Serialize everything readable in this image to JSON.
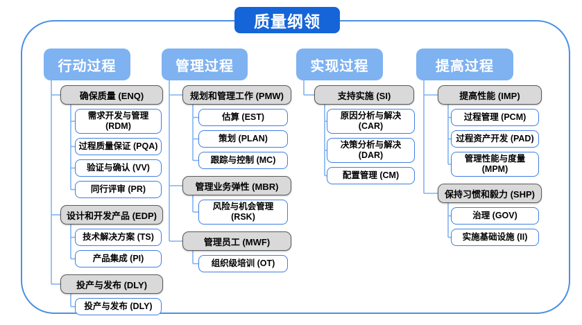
{
  "title": "质量纲领",
  "colors": {
    "title_bg": "#1565d8",
    "header_bg": "#7eb2f1",
    "gray_bg": "#d9d9d9",
    "gray_border": "#595959",
    "white_border": "#3d7de0",
    "connector": "#7eb2f1",
    "frame_border": "#4a90e2"
  },
  "columns": [
    {
      "label": "行动过程",
      "groups": [
        {
          "label": "确保质量 (ENQ)",
          "children": [
            "需求开发与管理 (RDM)",
            "过程质量保证 (PQA)",
            "验证与确认 (VV)",
            "同行评审 (PR)"
          ]
        },
        {
          "label": "设计和开发产品 (EDP)",
          "children": [
            "技术解决方案 (TS)",
            "产品集成 (PI)"
          ]
        },
        {
          "label": "投产与发布 (DLY)",
          "children": [
            "投产与发布 (DLY)"
          ]
        }
      ]
    },
    {
      "label": "管理过程",
      "groups": [
        {
          "label": "规划和管理工作 (PMW)",
          "children": [
            "估算 (EST)",
            "策划 (PLAN)",
            "跟踪与控制 (MC)"
          ]
        },
        {
          "label": "管理业务弹性 (MBR)",
          "children": [
            "风险与机会管理 (RSK)"
          ]
        },
        {
          "label": "管理员工 (MWF)",
          "children": [
            "组织级培训 (OT)"
          ]
        }
      ]
    },
    {
      "label": "实现过程",
      "groups": [
        {
          "label": "支持实施 (SI)",
          "children": [
            "原因分析与解决 (CAR)",
            "决策分析与解决 (DAR)",
            "配置管理 (CM)"
          ]
        }
      ]
    },
    {
      "label": "提高过程",
      "groups": [
        {
          "label": "提高性能 (IMP)",
          "children": [
            "过程管理 (PCM)",
            "过程资产开发 (PAD)",
            "管理性能与度量 (MPM)"
          ]
        },
        {
          "label": "保持习惯和毅力 (SHP)",
          "children": [
            "治理 (GOV)",
            "实施基础设施 (II)"
          ]
        }
      ]
    }
  ]
}
